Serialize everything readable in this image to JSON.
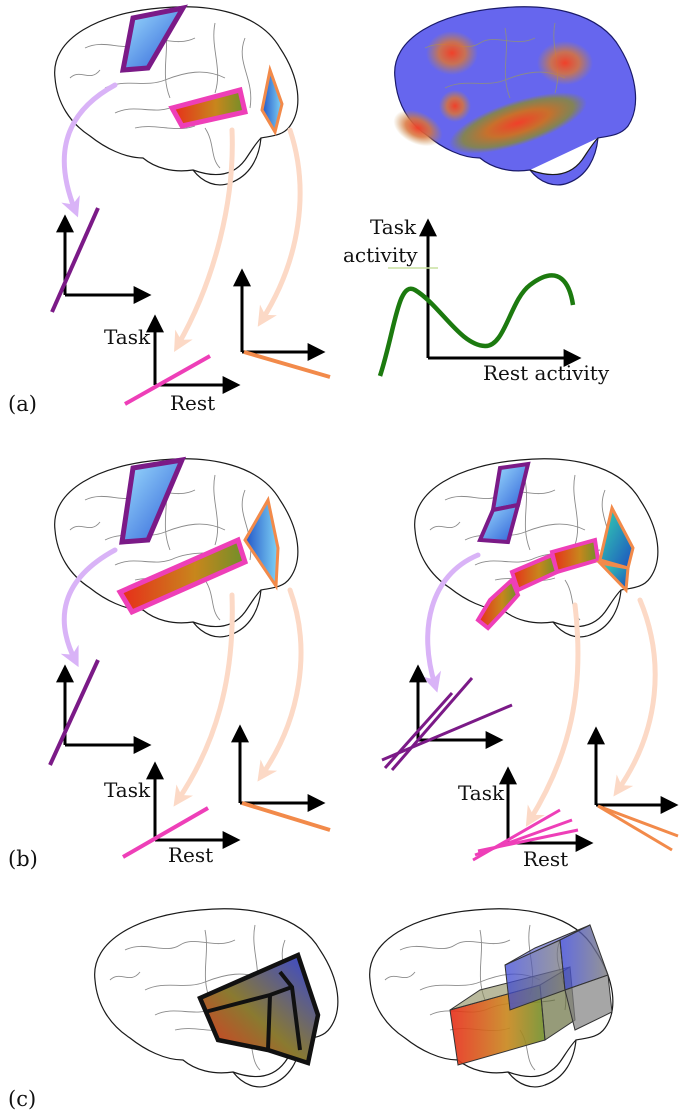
{
  "panels": {
    "a": "(a)",
    "b": "(b)",
    "c": "(c)"
  },
  "axes": {
    "task": "Task",
    "rest": "Rest",
    "task_activity_line1": "Task",
    "task_activity_line2": "activity",
    "rest_activity": "Rest activity"
  },
  "colors": {
    "purple": "#7b1a87",
    "pink": "#ee3fb8",
    "orange": "#f28a4a",
    "lilac_arrow": "#d9b3f7",
    "peach_arrow": "#fcd9c6",
    "green_curve": "#1c7a0f",
    "cortex_blue": "#6666ee"
  }
}
